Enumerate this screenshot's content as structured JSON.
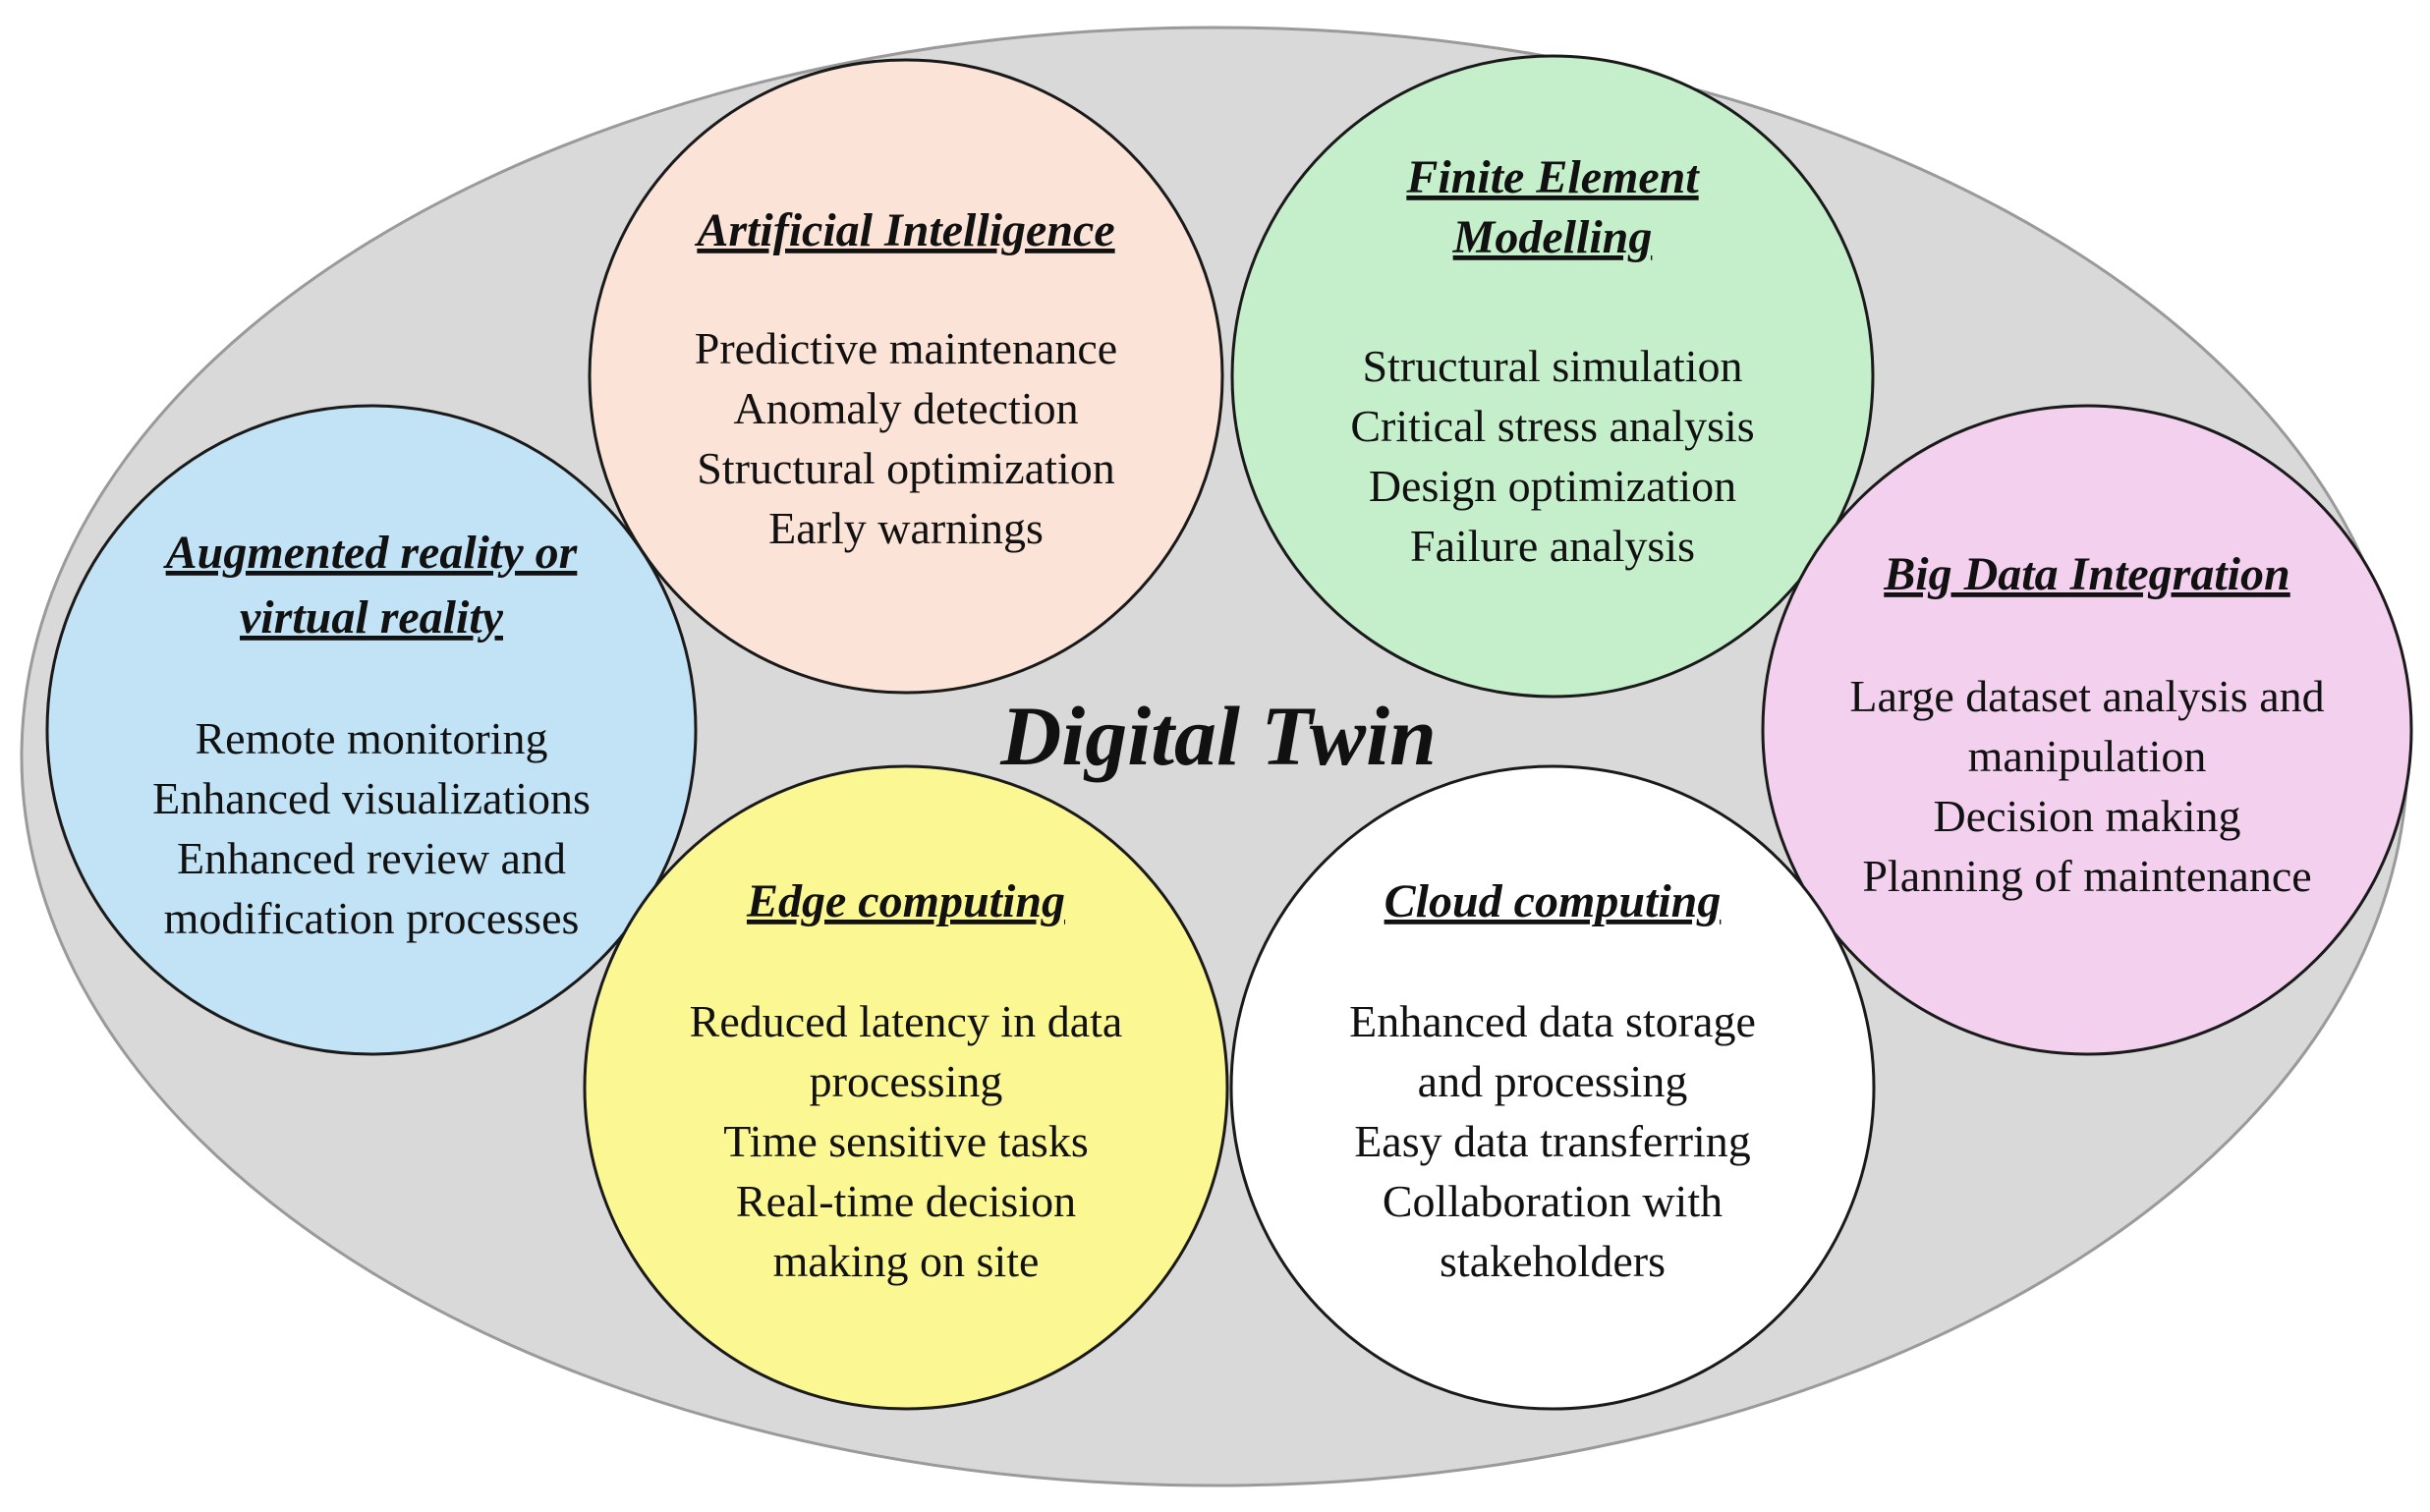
{
  "center": {
    "title": "Digital Twin"
  },
  "nodes": [
    {
      "id": "artificial-intelligence",
      "title_lines": [
        "Artificial Intelligence"
      ],
      "items": [
        "Predictive maintenance",
        "Anomaly detection",
        "Structural optimization",
        "Early warnings"
      ],
      "fill": "#fbe3d7"
    },
    {
      "id": "finite-element-modelling",
      "title_lines": [
        "Finite Element",
        "Modelling"
      ],
      "items": [
        "Structural simulation",
        "Critical stress analysis",
        "Design optimization",
        "Failure analysis"
      ],
      "fill": "#c5efcb"
    },
    {
      "id": "augmented-reality",
      "title_lines": [
        "Augmented reality or",
        "virtual reality"
      ],
      "items": [
        "Remote monitoring",
        "Enhanced visualizations",
        "Enhanced review and",
        "modification processes"
      ],
      "fill": "#c2e3f5"
    },
    {
      "id": "big-data-integration",
      "title_lines": [
        "Big Data Integration"
      ],
      "items": [
        "Large dataset analysis and",
        "manipulation",
        "Decision making",
        "Planning of maintenance"
      ],
      "fill": "#f2d0ee"
    },
    {
      "id": "edge-computing",
      "title_lines": [
        "Edge computing"
      ],
      "items": [
        "Reduced latency in data",
        "processing",
        "Time sensitive tasks",
        "Real-time decision",
        "making on site"
      ],
      "fill": "#fbf793"
    },
    {
      "id": "cloud-computing",
      "title_lines": [
        "Cloud computing"
      ],
      "items": [
        "Enhanced data storage",
        "and processing",
        "Easy data transferring",
        "Collaboration with",
        "stakeholders"
      ],
      "fill": "#ffffff"
    }
  ],
  "colors": {
    "ellipse": "#d9d9d9",
    "stroke": "#1a1a1a",
    "text": "#111111"
  }
}
